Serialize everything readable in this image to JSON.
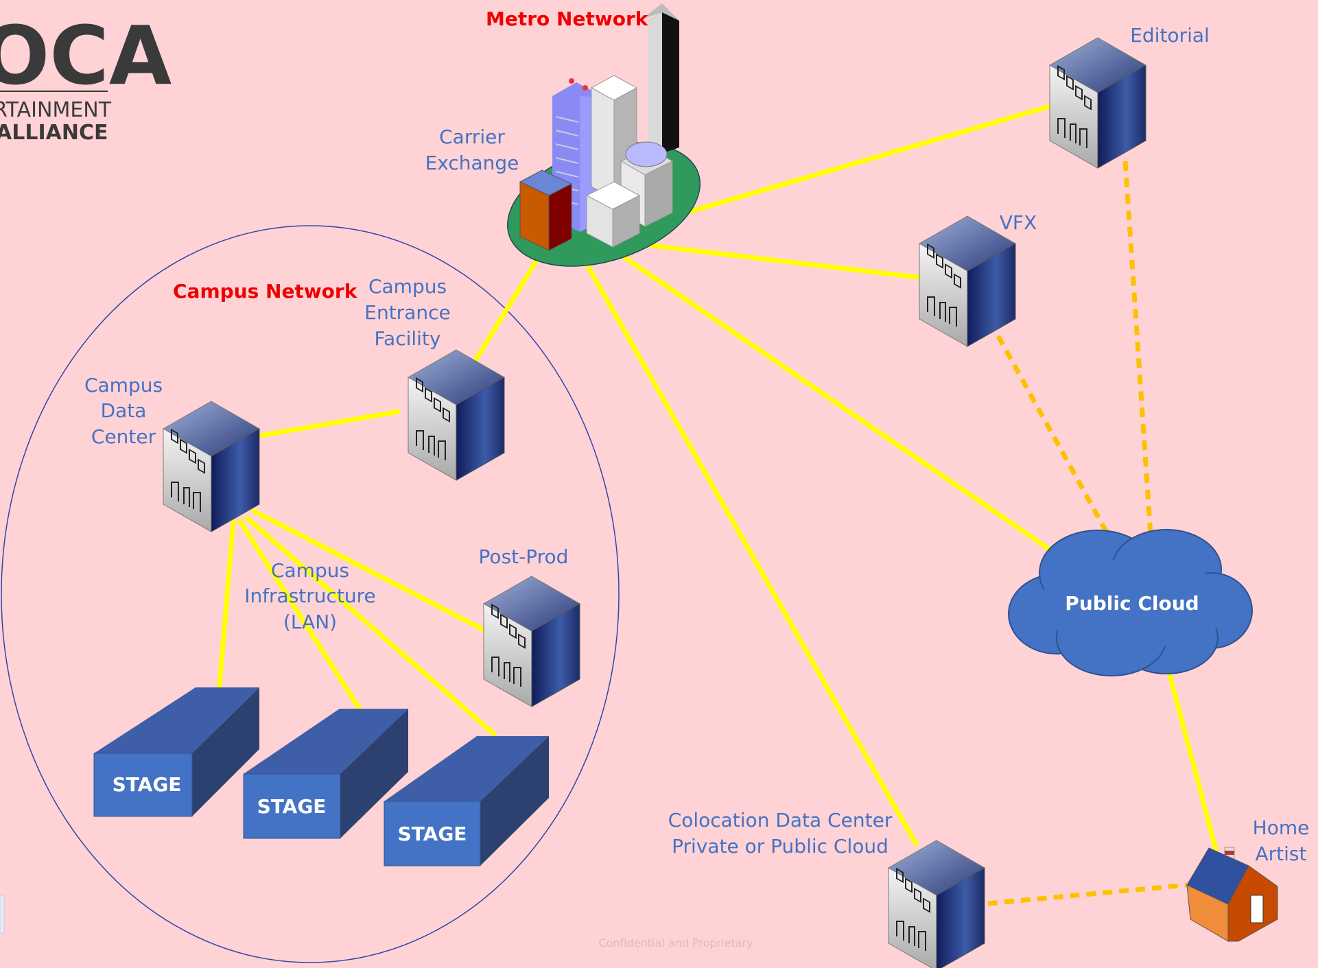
{
  "logo": {
    "mark": "OCA",
    "line1": "RTAINMENT",
    "line2": "ALLIANCE"
  },
  "groups": {
    "metro": "Metro Network",
    "campus": "Campus Network"
  },
  "nodes": {
    "carrier_exchange": [
      "Carrier",
      "Exchange"
    ],
    "editorial": [
      "Editorial"
    ],
    "vfx": [
      "VFX"
    ],
    "campus_entrance": [
      "Campus",
      "Entrance",
      "Facility"
    ],
    "campus_dc": [
      "Campus",
      "Data",
      "Center"
    ],
    "campus_lan": [
      "Campus",
      "Infrastructure",
      "(LAN)"
    ],
    "post_prod": [
      "Post-Prod"
    ],
    "public_cloud": "Public Cloud",
    "colocation": [
      "Colocation Data Center",
      "Private or Public Cloud"
    ],
    "home_artist": [
      "Home",
      "Artist"
    ]
  },
  "stages": [
    "STAGE",
    "STAGE",
    "STAGE"
  ],
  "footer": "Confidential and Proprietary",
  "colors": {
    "link_solid": "#ffff00",
    "link_dashed": "#ffc000",
    "label": "#4472c4",
    "group_label": "#ee0000",
    "background": "#ffd3d6"
  }
}
